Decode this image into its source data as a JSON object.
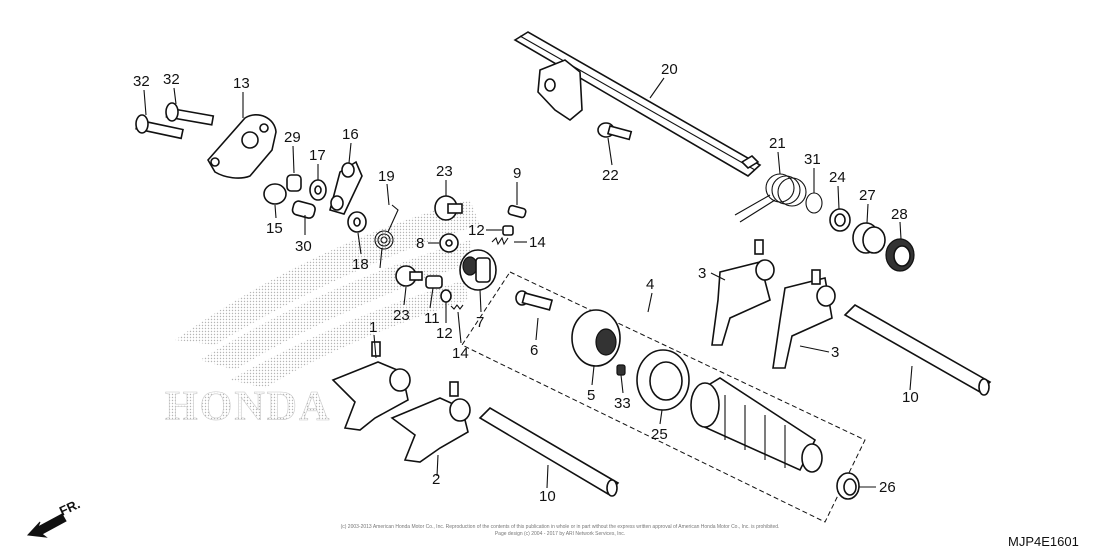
{
  "diagram": {
    "code": "MJP4E1601",
    "direction_label": "FR.",
    "watermark": "HONDA",
    "copyright_line1": "(c) 2003-2013 American Honda Motor Co., Inc. Reproduction of the contents of this publication in whole or in part without the express written approval of American Honda Motor Co., Inc. is prohibited.",
    "copyright_line2": "Page design (c) 2004 - 2017 by ARI Network Services, Inc.",
    "callouts": [
      {
        "id": "c32a",
        "text": "32"
      },
      {
        "id": "c32b",
        "text": "32"
      },
      {
        "id": "c13",
        "text": "13"
      },
      {
        "id": "c29",
        "text": "29"
      },
      {
        "id": "c16",
        "text": "16"
      },
      {
        "id": "c17",
        "text": "17"
      },
      {
        "id": "c15",
        "text": "15"
      },
      {
        "id": "c30",
        "text": "30"
      },
      {
        "id": "c18",
        "text": "18"
      },
      {
        "id": "c19",
        "text": "19"
      },
      {
        "id": "c23a",
        "text": "23"
      },
      {
        "id": "c9",
        "text": "9"
      },
      {
        "id": "c12a",
        "text": "12"
      },
      {
        "id": "c14a",
        "text": "14"
      },
      {
        "id": "c8",
        "text": "8"
      },
      {
        "id": "c23b",
        "text": "23"
      },
      {
        "id": "c11",
        "text": "11"
      },
      {
        "id": "c12b",
        "text": "12"
      },
      {
        "id": "c7",
        "text": "7"
      },
      {
        "id": "c14b",
        "text": "14"
      },
      {
        "id": "c20",
        "text": "20"
      },
      {
        "id": "c22",
        "text": "22"
      },
      {
        "id": "c21",
        "text": "21"
      },
      {
        "id": "c31",
        "text": "31"
      },
      {
        "id": "c24",
        "text": "24"
      },
      {
        "id": "c27",
        "text": "27"
      },
      {
        "id": "c28",
        "text": "28"
      },
      {
        "id": "c4",
        "text": "4"
      },
      {
        "id": "c3a",
        "text": "3"
      },
      {
        "id": "c3b",
        "text": "3"
      },
      {
        "id": "c6",
        "text": "6"
      },
      {
        "id": "c5",
        "text": "5"
      },
      {
        "id": "c33",
        "text": "33"
      },
      {
        "id": "c25",
        "text": "25"
      },
      {
        "id": "c10a",
        "text": "10"
      },
      {
        "id": "c1",
        "text": "1"
      },
      {
        "id": "c2",
        "text": "2"
      },
      {
        "id": "c10b",
        "text": "10"
      },
      {
        "id": "c26",
        "text": "26"
      }
    ]
  }
}
